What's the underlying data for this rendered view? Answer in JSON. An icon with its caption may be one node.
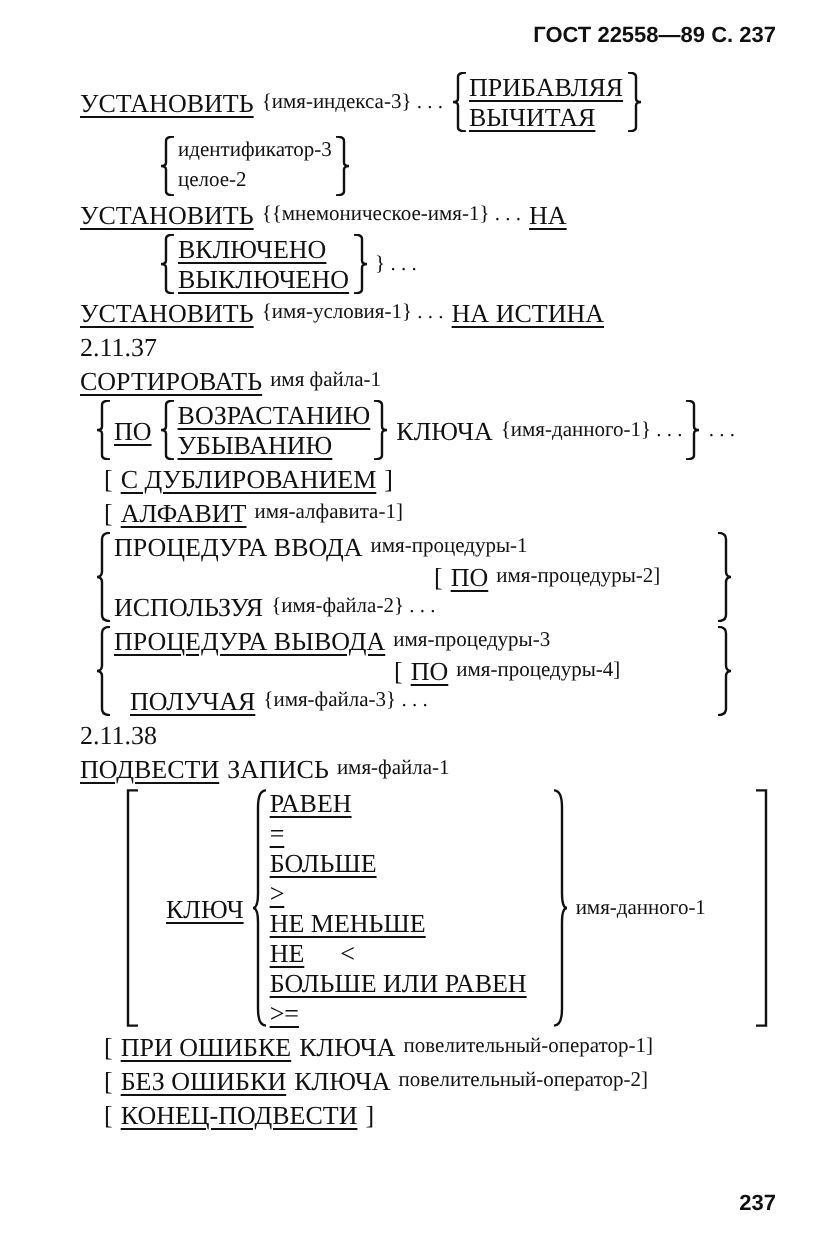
{
  "diagram": {
    "labels": [
      "ГОСТ 22558—89 С. 237",
      "УСТАНОВИТЬ",
      "{имя-индекса-3} . . .",
      "ПРИБАВЛЯЯ",
      "ВЫЧИТАЯ",
      "идентификатор-3",
      "целое-2",
      "УСТАНОВИТЬ",
      "{{мнемоническое-имя-1} . . .",
      "НА",
      "ВКЛЮЧЕНО",
      "ВЫКЛЮЧЕНО",
      "} . . .",
      "УСТАНОВИТЬ",
      "{имя-условия-1} . . .",
      "НА ИСТИНА",
      "2.11.37",
      "СОРТИРОВАТЬ",
      "имя файла-1",
      "ПО",
      "ВОЗРАСТАНИЮ",
      "УБЫВАНИЮ",
      "КЛЮЧА",
      "{имя-данного-1} . . .",
      ". . .",
      "[",
      "С ДУБЛИРОВАНИЕМ",
      "]",
      "[",
      "АЛФАВИТ",
      "имя-алфавита-1]",
      "ПРОЦЕДУРА ВВОДА",
      "имя-процедуры-1",
      "[",
      "ПО",
      "имя-процедуры-2]",
      "ИСПОЛЬЗУЯ",
      "{имя-файла-2} . . .",
      "ПРОЦЕДУРА ВЫВОДА",
      "имя-процедуры-3",
      "[",
      "ПО",
      "имя-процедуры-4]",
      "ПОЛУЧАЯ",
      "{имя-файла-3} . . .",
      "2.11.38",
      "ПОДВЕСТИ",
      "ЗАПИСЬ",
      "имя-файла-1",
      "КЛЮЧ",
      "РАВЕН",
      "=",
      "БОЛЬШЕ",
      ">",
      "НЕ МЕНЬШЕ",
      "НЕ",
      "<",
      "БОЛЬШЕ ИЛИ РАВЕН",
      ">=",
      "имя-данного-1",
      "[",
      "ПРИ ОШИБКЕ",
      "КЛЮЧА",
      "повелительный-оператор-1]",
      "[",
      "БЕЗ ОШИБКИ",
      "КЛЮЧА",
      "повелительный-оператор-2]",
      "[",
      "КОНЕЦ-ПОДВЕСТИ",
      "]",
      "237"
    ]
  }
}
